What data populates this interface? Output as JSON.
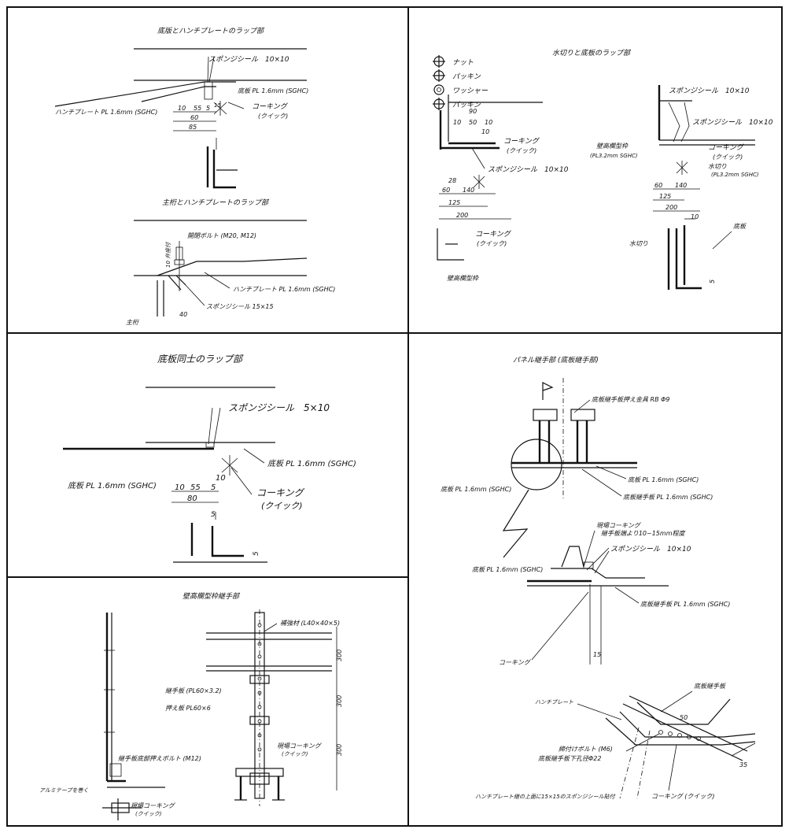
{
  "panels": {
    "p1": {
      "title_a": "底版とハンチプレートのラップ部",
      "sponge": "スポンジシール　10×10",
      "bottom_plate": "底板 PL 1.6mm (SGHC)",
      "haunch_plate": "ハンチプレート PL 1.6mm (SGHC)",
      "caulking": "コーキング",
      "quick": "(クイック)",
      "d10": "10",
      "d55": "55",
      "d5": "5",
      "d60": "60",
      "d85": "85",
      "d15": "15",
      "title_b": "主桁とハンチプレートのラップ部",
      "bolt": "開閉ボルト (M20, M12)",
      "grout": "10  弁座付",
      "haunch_plate2": "ハンチプレート PL 1.6mm (SGHC)",
      "sponge2": "スポンジシール 15×15",
      "main_girder": "主桁",
      "d40": "40"
    },
    "p2": {
      "legend": [
        "ナット",
        "パッキン",
        "ワッシャー",
        "パッキン"
      ],
      "title": "水切りと底板のラップ部",
      "d90": "90",
      "d10": "10",
      "d50": "50",
      "d10b": "10",
      "d10c": "10",
      "caulking": "コーキング",
      "quick": "(クイック)",
      "sponge": "スポンジシール　10×10",
      "d28": "28",
      "d60": "60",
      "d140": "140",
      "d125": "125",
      "d200": "200",
      "caulking2": "コーキング",
      "quick2": "(クイック)",
      "wall_frame": "壁高欄型枠",
      "sponge_r1": "スポンジシール　10×10",
      "sponge_r2": "スポンジシール　10×10",
      "wall_frame_r": "壁高欄型枠",
      "wall_frame_r2": "(PL3.2mm SGHC)",
      "caulking_r": "コーキング",
      "quick_r": "(クイック)",
      "drip": "水切り",
      "drip_spec": "(PL3.2mm SGHC)",
      "r60": "60",
      "r140": "140",
      "r125": "125",
      "r200": "200",
      "r10": "10",
      "bottom": "底板",
      "drip2": "水切り",
      "r5": "5"
    },
    "p3": {
      "title": "底板同士のラップ部",
      "sponge": "スポンジシール　5×10",
      "right_plate": "底板 PL 1.6mm (SGHC)",
      "left_plate": "底板 PL 1.6mm (SGHC)",
      "caulking": "コーキング",
      "quick": "(クイック)",
      "d10": "10",
      "d55": "55",
      "d5": "5",
      "d80": "80",
      "d10t": "10",
      "d5b": "5",
      "d5c": "5"
    },
    "p4": {
      "title": "壁高欄型枠継手部",
      "reinforce": "補強材 (L40×40×5)",
      "d300a": "300",
      "d300b": "300",
      "d300c": "300",
      "joint_plate": "継手板 (PL60×3.2)",
      "press_plate": "押え板 PL60×6",
      "bolt": "継手板底部押えボルト (M12)",
      "site_caulk": "現場コーキング",
      "quick": "(クイック)",
      "alu_tape": "アルミテープを巻く",
      "site_caulk2": "現場コーキング",
      "quick2": "(クイック)"
    },
    "p5": {
      "title": "パネル継手部 (底板継手部)",
      "fixture": "底板継手板押え金具 RB Φ9",
      "plate_right": "底板 PL 1.6mm (SGHC)",
      "plate_left": "底板 PL 1.6mm (SGHC)",
      "joint_plate": "底板継手板 PL 1.6mm (SGHC)",
      "site_caulk": "現場コーキング",
      "site_caulk_note": "継手板端より10~15mm程度",
      "sponge": "スポンジシール　10×10",
      "plate_left2": "底板 PL 1.6mm (SGHC)",
      "joint_plate2": "底板継手板 PL 1.6mm (SGHC)",
      "caulking": "コーキング",
      "d15": "15",
      "joint_board": "底板継手板",
      "haunch": "ハンチプレート",
      "d50": "50",
      "tighten_bolt": "締付けボルト (M6)",
      "hole": "底板継手板下孔径Φ22",
      "d35": "35",
      "sponge_note": "ハンチプレート継の上面に15×15のスポンジシール貼付",
      "caulking2": "コーキング (クイック)"
    }
  }
}
